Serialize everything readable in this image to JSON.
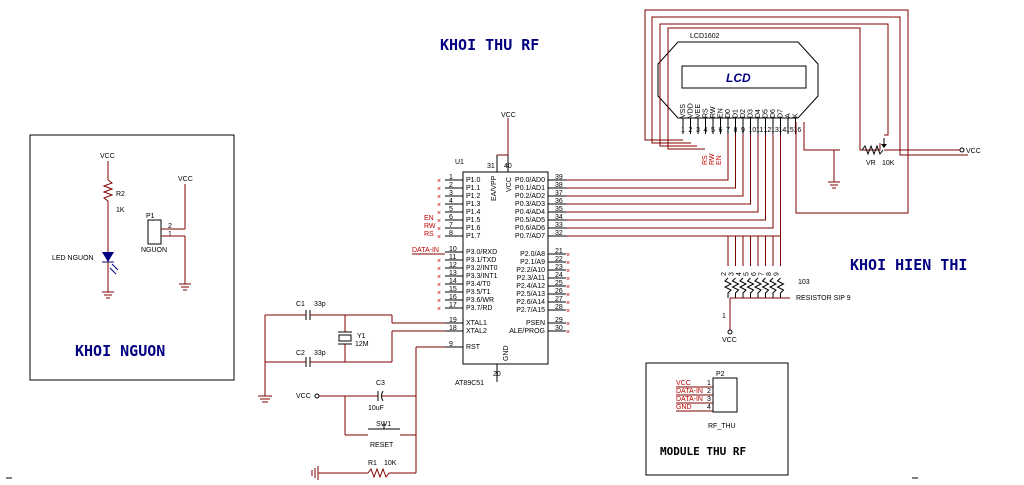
{
  "titles": {
    "receiver": "KHOI THU RF",
    "display": "KHOI HIEN THI",
    "power": "KHOI NGUON",
    "rf_module": "MODULE THU RF"
  },
  "mcu": {
    "ref": "U1",
    "part": "AT89C51",
    "pins_left": [
      {
        "num": "1",
        "name": "P1.0"
      },
      {
        "num": "2",
        "name": "P1.1"
      },
      {
        "num": "3",
        "name": "P1.2"
      },
      {
        "num": "4",
        "name": "P1.3"
      },
      {
        "num": "5",
        "name": "P1.4"
      },
      {
        "num": "6",
        "name": "P1.5"
      },
      {
        "num": "7",
        "name": "P1.6"
      },
      {
        "num": "8",
        "name": "P1.7"
      },
      {
        "num": "10",
        "name": "P3.0/RXD"
      },
      {
        "num": "11",
        "name": "P3.1/TXD"
      },
      {
        "num": "12",
        "name": "P3.2/INT0"
      },
      {
        "num": "13",
        "name": "P3.3/INT1"
      },
      {
        "num": "14",
        "name": "P3.4/T0"
      },
      {
        "num": "15",
        "name": "P3.5/T1"
      },
      {
        "num": "16",
        "name": "P3.6/WR"
      },
      {
        "num": "17",
        "name": "P3.7/RD"
      },
      {
        "num": "19",
        "name": "XTAL1"
      },
      {
        "num": "18",
        "name": "XTAL2"
      },
      {
        "num": "9",
        "name": "RST"
      }
    ],
    "pins_right": [
      {
        "num": "39",
        "name": "P0.0/AD0"
      },
      {
        "num": "38",
        "name": "P0.1/AD1"
      },
      {
        "num": "37",
        "name": "P0.2/AD2"
      },
      {
        "num": "36",
        "name": "P0.3/AD3"
      },
      {
        "num": "35",
        "name": "P0.4/AD4"
      },
      {
        "num": "34",
        "name": "P0.5/AD5"
      },
      {
        "num": "33",
        "name": "P0.6/AD6"
      },
      {
        "num": "32",
        "name": "P0.7/AD7"
      },
      {
        "num": "21",
        "name": "P2.0/A8"
      },
      {
        "num": "22",
        "name": "P2.1/A9"
      },
      {
        "num": "23",
        "name": "P2.2/A10"
      },
      {
        "num": "24",
        "name": "P2.3/A11"
      },
      {
        "num": "25",
        "name": "P2.4/A12"
      },
      {
        "num": "26",
        "name": "P2.5/A13"
      },
      {
        "num": "27",
        "name": "P2.6/A14"
      },
      {
        "num": "28",
        "name": "P2.7/A15"
      },
      {
        "num": "29",
        "name": "PSEN"
      },
      {
        "num": "30",
        "name": "ALE/PROG"
      }
    ],
    "pin31": "31",
    "pin31_name": "EA/VPP",
    "pin40": "40",
    "pin40_name": "VCC",
    "pin20": "20",
    "pin20_name": "GND"
  },
  "net_labels": {
    "en": "EN",
    "rw": "RW",
    "rs": "RS",
    "data_in": "DATA-IN",
    "vcc": "VCC"
  },
  "lcd": {
    "ref": "LCD1602",
    "text": "LCD",
    "pin_names": [
      "VSS",
      "VDD",
      "VEE",
      "RS",
      "RW",
      "EN",
      "D0",
      "D1",
      "D2",
      "D3",
      "D4",
      "D5",
      "D6",
      "D7",
      "A",
      "K"
    ],
    "pin_nums": [
      "1",
      "2",
      "3",
      "4",
      "5",
      "6",
      "7",
      "8",
      "9",
      "10",
      "11",
      "12",
      "13",
      "14",
      "15",
      "16"
    ]
  },
  "vr": {
    "ref": "VR",
    "value": "10K"
  },
  "resistor_sip": {
    "value": "103",
    "name": "RESISTOR SIP 9",
    "pins": [
      "2",
      "3",
      "4",
      "5",
      "6",
      "7",
      "8",
      "9"
    ],
    "common": "1"
  },
  "crystal": {
    "ref": "Y1",
    "value": "12M"
  },
  "c1": {
    "ref": "C1",
    "value": "33p"
  },
  "c2": {
    "ref": "C2",
    "value": "33p"
  },
  "c3": {
    "ref": "C3",
    "value": "10uF"
  },
  "sw": {
    "ref": "SW1",
    "value": "RESET"
  },
  "r1": {
    "ref": "R1",
    "value": "10K"
  },
  "r2": {
    "ref": "R2",
    "value": "1K"
  },
  "led": {
    "value": "LED NGUON"
  },
  "p1": {
    "ref": "P1",
    "value": "NGUON",
    "pins": [
      "2",
      "1"
    ]
  },
  "p2": {
    "ref": "P2",
    "value": "RF_THU",
    "labels": [
      "VCC",
      "DATA-IN",
      "DATA-IN",
      "GND"
    ],
    "pins": [
      "1",
      "2",
      "3",
      "4"
    ]
  }
}
